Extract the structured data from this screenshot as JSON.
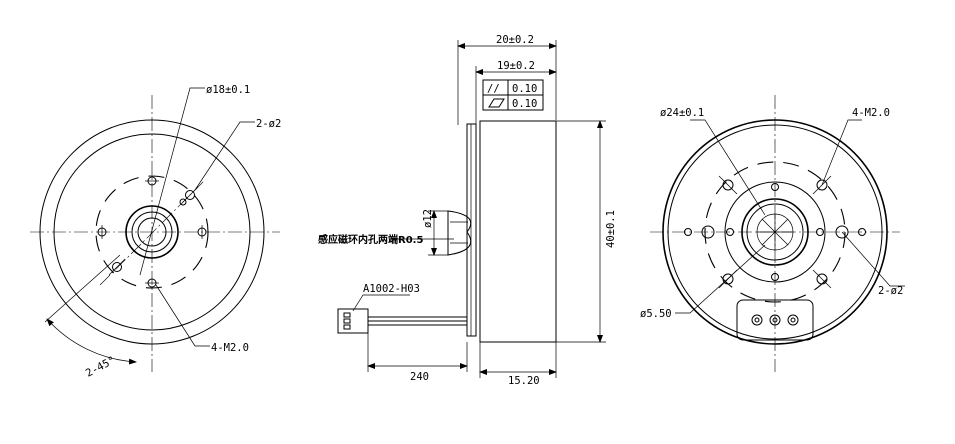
{
  "left_view": {
    "dim_center_hole": "ø18±0.1",
    "dim_holes_2": "2-ø2",
    "dim_threads": "4-M2.0",
    "dim_angle": "2-45°"
  },
  "side_view": {
    "dim_total_length": "20±0.2",
    "dim_body_length": "19±0.2",
    "tol_parallel_symbol": "//",
    "tol_parallel_value": "0.10",
    "tol_flatness_symbol": "▱",
    "tol_flatness_value": "0.10",
    "dim_diameter": "ø12",
    "dim_height": "40±0.1",
    "note_radius": "感应磁环内孔两端R0.5",
    "connector_model": "A1002-H03",
    "dim_cable_length": "240",
    "dim_offset": "15.20"
  },
  "right_view": {
    "dim_bolt_circle": "ø24±0.1",
    "dim_threads": "4-M2.0",
    "dim_holes_2": "2-ø2",
    "dim_small_diameter": "ø5.50"
  }
}
